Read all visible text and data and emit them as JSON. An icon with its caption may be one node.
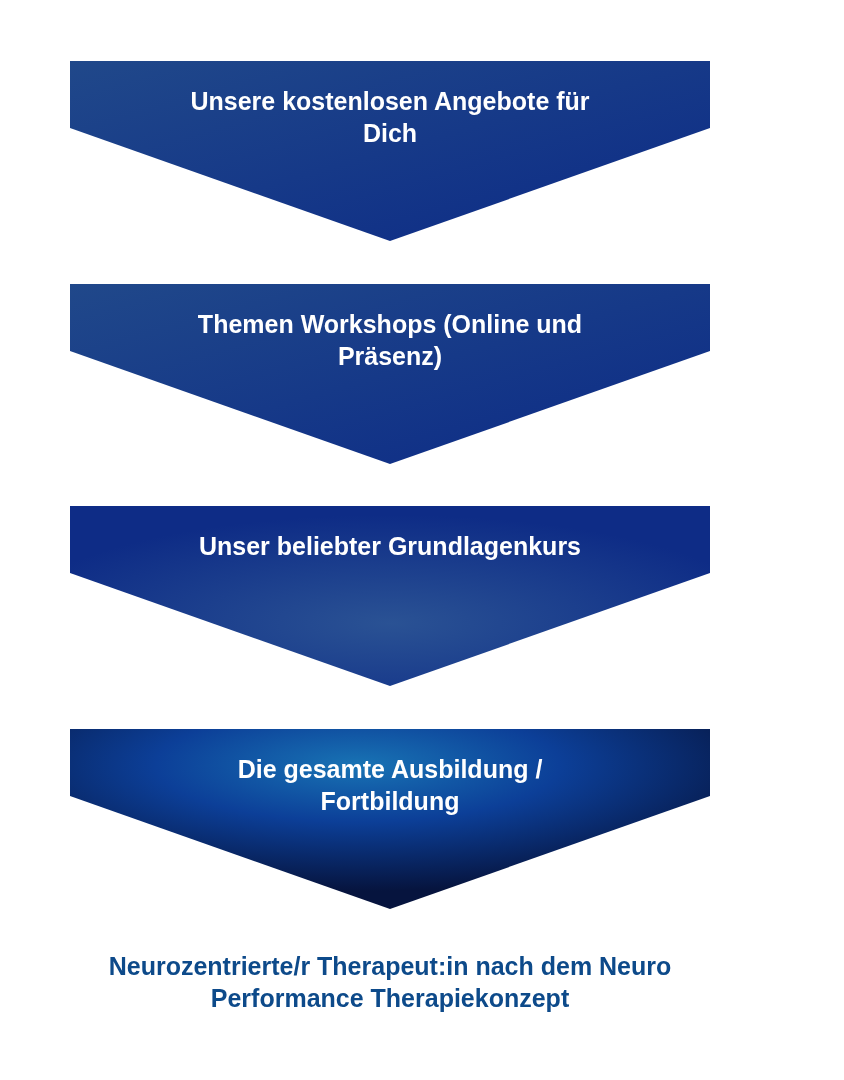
{
  "diagram": {
    "nodes": [
      {
        "text": [
          "Unsere kostenlosen Angebote für Dich"
        ]
      },
      {
        "text": [
          "Themen Workshops (Online und Präsenz)"
        ]
      },
      {
        "text": [
          "Unser beliebter Grundlagenkurs"
        ]
      },
      {
        "text": [
          "Die gesamte Ausbildung / Fortbildung"
        ]
      }
    ],
    "edges": [],
    "caption": "Neurozentrierte/r Therapeut:in nach dem Neuro Performance Therapiekonzept"
  }
}
